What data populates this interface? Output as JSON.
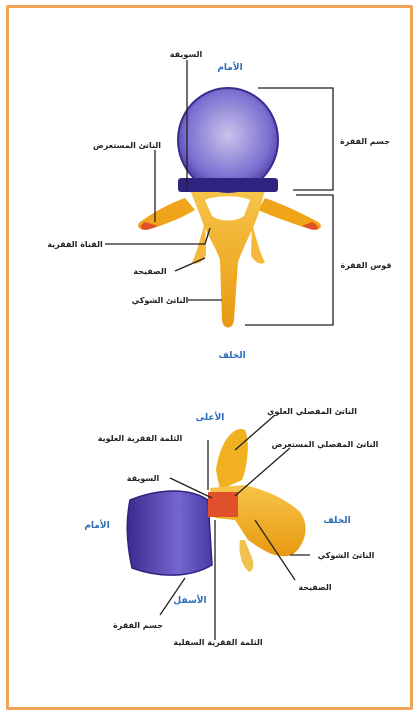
{
  "colors": {
    "frame": "#f0a458",
    "direction_text": "#2b6cb8",
    "body": "#5a4bb8",
    "arch": "#f2b01e",
    "cut": "#e0502a"
  },
  "top_view": {
    "front": "الأمام",
    "back": "الخلف",
    "labels": {
      "pedicle": "السويقة",
      "transverse_process": "الناتئ المستعرض",
      "vertebral_canal": "القناة الفقرية",
      "lamina": "الصفيحة",
      "spinous_process": "الناتئ الشوكي",
      "vertebral_body": "جسم الفقرة",
      "vertebral_arch": "قوس الفقرة"
    }
  },
  "side_view": {
    "top": "الأعلى",
    "bottom": "الأسفل",
    "front": "الأمام",
    "back": "الخلف",
    "labels": {
      "superior_notch": "الثلمة الفقرية العلوية",
      "pedicle": "السويقة",
      "vertebral_body": "جسم الفقرة",
      "inferior_notch": "الثلمة الفقرية السفلية",
      "superior_articular": "الناتئ المفصلي العلوي",
      "transverse_process": "الناتئ المفصلي المستعرض",
      "spinous_process": "الناتئ الشوكي",
      "lamina": "الصفيحة"
    }
  }
}
